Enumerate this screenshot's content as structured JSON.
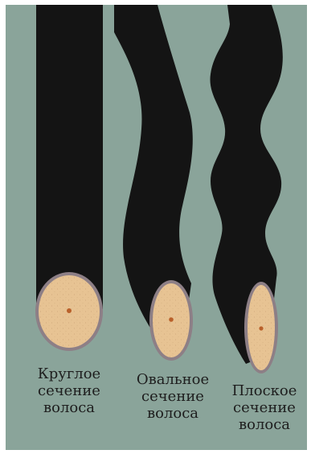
{
  "colors": {
    "background": "#8aa49a",
    "hair": "#141414",
    "cross_section_fill": "#e7c393",
    "cross_section_rim": "#8d7f86",
    "medulla": "#b9602a"
  },
  "sections": [
    {
      "shape": "round",
      "caption": [
        "Круглое",
        "сечение",
        "волоса"
      ]
    },
    {
      "shape": "oval",
      "caption": [
        "Овальное",
        "сечение",
        "волоса"
      ]
    },
    {
      "shape": "flat",
      "caption": [
        "Плоское",
        "сечение",
        "волоса"
      ]
    }
  ]
}
